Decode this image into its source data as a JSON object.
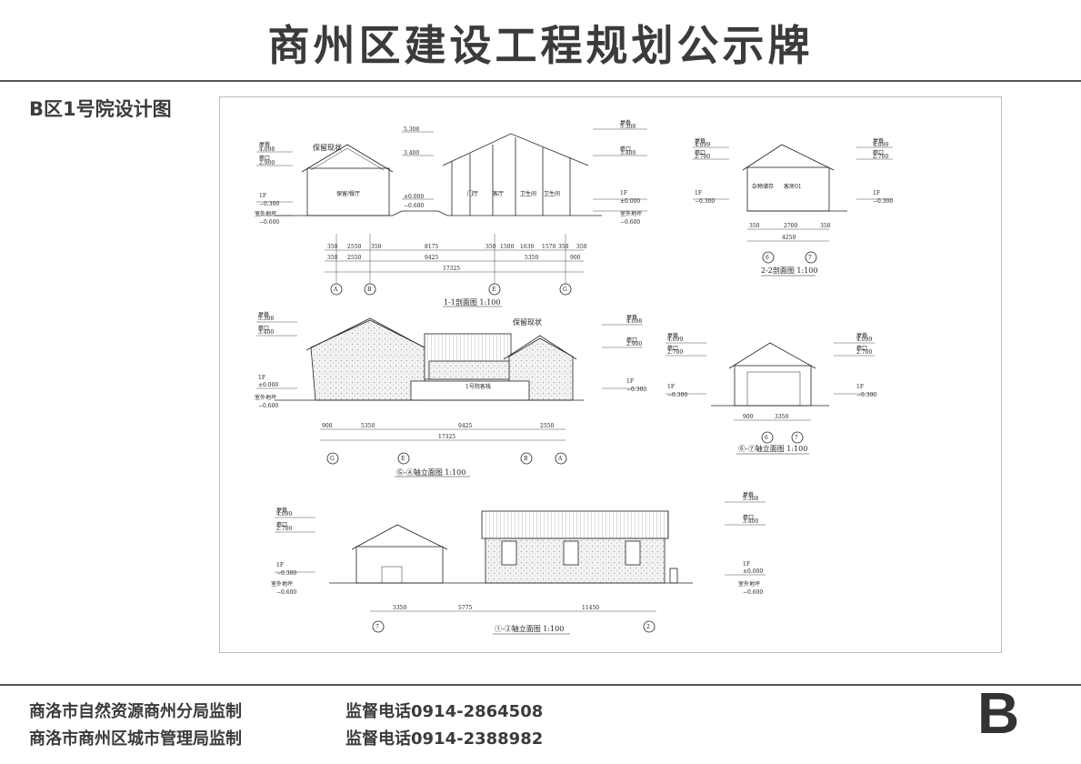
{
  "header": {
    "title": "商州区建设工程规划公示牌"
  },
  "section": {
    "label": "B区1号院设计图"
  },
  "drawing": {
    "titles": {
      "s11": "1-1剖面图 1:100",
      "s22": "2-2剖面图 1:100",
      "elevGA": "Ⓖ-Ⓐ轴立面图 1:100",
      "elev67": "⑥-⑦轴立面图 1:100",
      "elev72": "①-②轴立面图 1:100"
    },
    "notes": {
      "retain": "保留现状",
      "retain2": "保留现状"
    },
    "levels": {
      "ridge": "屋脊",
      "eave": "檐口",
      "floor": "1F",
      "ground": "室外地坪",
      "v5308": "5.308",
      "v4098": "4.098",
      "v4099": "4.099",
      "v3400": "3.400",
      "v2900": "2.900",
      "v2700": "2.700",
      "v0000": "±0.000",
      "vm0300": "−0.300",
      "vm0600": "−0.600"
    },
    "dims": {
      "s11_bottom1": [
        "350",
        "2550",
        "350",
        "8175",
        "350",
        "1500",
        "1630",
        "1570",
        "350",
        "350"
      ],
      "s11_bottom2": [
        "350",
        "2550",
        "9425",
        "5350",
        "900"
      ],
      "s11_total": "17325",
      "s22_bottom1": [
        "350",
        "2700",
        "350"
      ],
      "s22_total": "4250",
      "gA_dims": [
        "900",
        "5350",
        "9425",
        "2550"
      ],
      "gA_total": "17325",
      "e67_dims": [
        "900",
        "3350"
      ],
      "e72_dims": [
        "3350",
        "5775",
        "11450"
      ]
    },
    "axes": {
      "s11": [
        "A",
        "B",
        "E",
        "G"
      ],
      "s22": [
        "6",
        "7"
      ],
      "gA": [
        "G",
        "E",
        "B",
        "A"
      ],
      "e67": [
        "6",
        "7"
      ],
      "e72": [
        "7",
        "2"
      ]
    },
    "rooms": {
      "s11_a": "保留/餐厅",
      "s11_b": "门厅",
      "s11_c": "客厅",
      "s11_d": "卫生间",
      "s11_e": "卫生间",
      "s22_a": "杂物储存",
      "s22_b": "客房01",
      "gA_sign": "1号院客栈"
    }
  },
  "footer": {
    "line1_org": "商洛市自然资源商州分局监制",
    "line2_org": "商洛市商州区城市管理局监制",
    "line1_phone": "监督电话0914-2864508",
    "line2_phone": "监督电话0914-2388982",
    "badge": "B"
  },
  "colors": {
    "line": "#222222",
    "hatch": "#cccccc"
  }
}
